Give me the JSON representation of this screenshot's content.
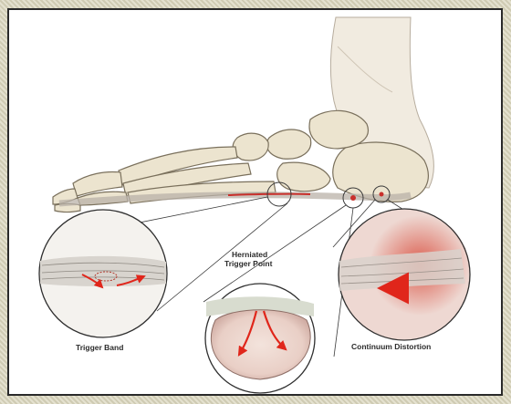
{
  "labels": {
    "trigger_band": "Trigger Band",
    "herniated_line1": "Herniated",
    "herniated_line2": "Trigger Point",
    "continuum_distortion": "Continuum Distortion"
  },
  "colors": {
    "bone": "#ece4cf",
    "bone_outline": "#7a705c",
    "fascia": "#c9c2b8",
    "arrow_red": "#e0261b",
    "tissue_red": "#d0543f",
    "border": "#2a2a2a"
  }
}
